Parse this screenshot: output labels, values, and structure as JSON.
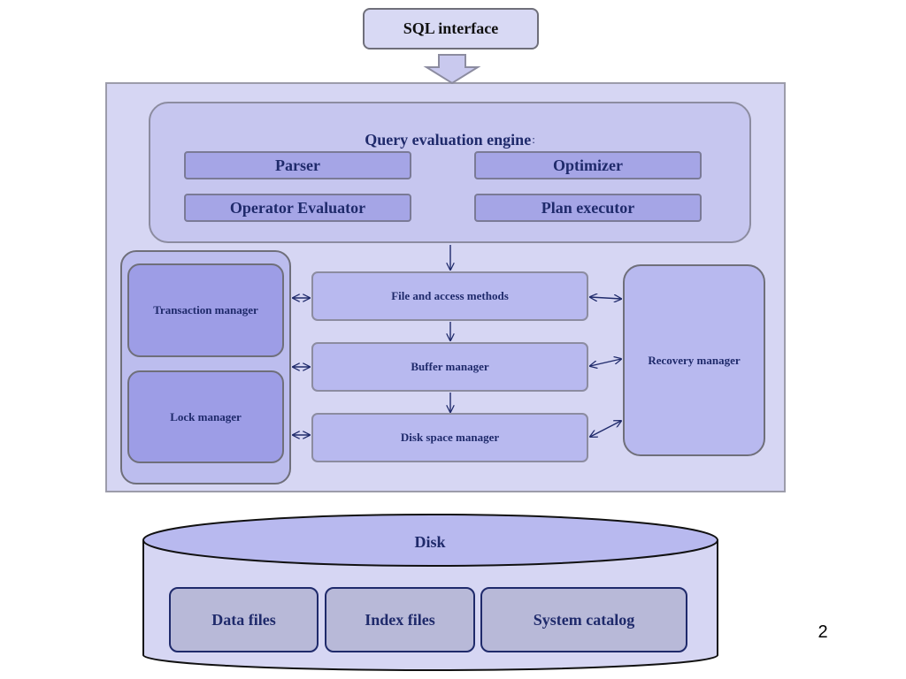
{
  "sql_interface": {
    "label": "SQL interface"
  },
  "query_engine": {
    "title": "Query evaluation engine",
    "title_suffix": ":",
    "items": [
      "Parser",
      "Optimizer",
      "Operator Evaluator",
      "Plan executor"
    ]
  },
  "transaction_manager": "Transaction manager",
  "lock_manager": "Lock manager",
  "file_access_methods": "File and access methods",
  "buffer_manager": "Buffer manager",
  "disk_space_manager": "Disk space manager",
  "recovery_manager": "Recovery manager",
  "disk": {
    "label": "Disk",
    "files": [
      "Data files",
      "Index files",
      "System catalog"
    ]
  },
  "page_number": "2"
}
